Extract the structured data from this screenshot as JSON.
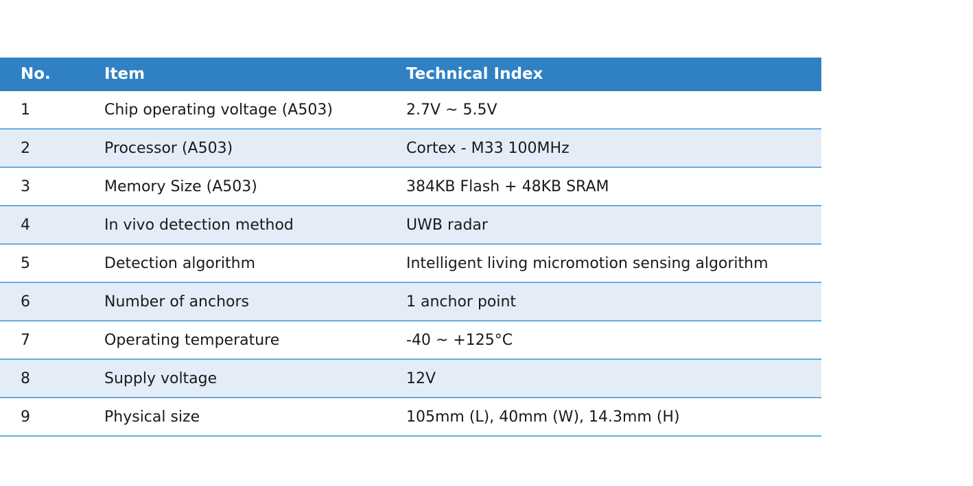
{
  "table": {
    "columns": [
      {
        "key": "no",
        "label": "No."
      },
      {
        "key": "item",
        "label": "Item"
      },
      {
        "key": "index",
        "label": "Technical Index"
      }
    ],
    "rows": [
      {
        "no": "1",
        "item": "Chip operating voltage (A503)",
        "index": "2.7V ~ 5.5V"
      },
      {
        "no": "2",
        "item": "Processor (A503)",
        "index": "Cortex - M33 100MHz"
      },
      {
        "no": "3",
        "item": "Memory Size (A503)",
        "index": "384KB Flash + 48KB SRAM"
      },
      {
        "no": "4",
        "item": "In vivo detection method",
        "index": "UWB radar"
      },
      {
        "no": "5",
        "item": "Detection algorithm",
        "index": "Intelligent living micromotion sensing algorithm"
      },
      {
        "no": "6",
        "item": "Number of anchors",
        "index": "1 anchor point"
      },
      {
        "no": "7",
        "item": "Operating temperature",
        "index": "-40 ~ +125°C"
      },
      {
        "no": "8",
        "item": "Supply voltage",
        "index": "12V"
      },
      {
        "no": "9",
        "item": "Physical size",
        "index": "105mm (L), 40mm (W), 14.3mm (H)"
      }
    ]
  },
  "colors": {
    "header_background": "#2F81C4",
    "header_text": "#FFFFFF",
    "row_odd_background": "#FFFFFF",
    "row_even_background": "#E4EDF7",
    "row_separator": "#68ACDE",
    "body_text": "#1A1A1A",
    "page_background": "#FFFFFF"
  }
}
